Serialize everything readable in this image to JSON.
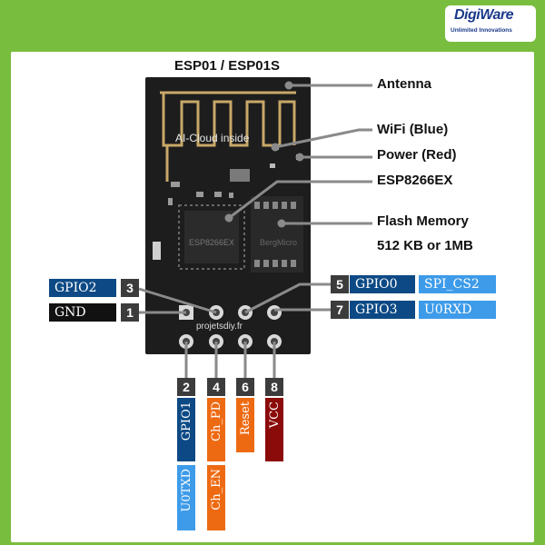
{
  "brand": {
    "name": "DigiWare",
    "tagline": "Unlimited Innovations"
  },
  "title": "ESP01 / ESP01S",
  "board": {
    "silk_antenna": "AI-Cloud inside",
    "silk_chip": "ESP8266EX",
    "silk_flash": "BergMicro",
    "silk_site": "projetsdiy.fr"
  },
  "annotations": {
    "antenna": "Antenna",
    "wifi": "WiFi (Blue)",
    "power": "Power (Red)",
    "chip": "ESP8266EX",
    "flash1": "Flash Memory",
    "flash2": "512 KB or 1MB"
  },
  "pins": {
    "p1": {
      "num": "1",
      "label": "GND"
    },
    "p2": {
      "num": "2",
      "label": "GPIO1",
      "alt": "U0TXD"
    },
    "p3": {
      "num": "3",
      "label": "GPIO2"
    },
    "p4": {
      "num": "4",
      "label": "Ch_PD",
      "alt": "Ch_EN"
    },
    "p5": {
      "num": "5",
      "label": "GPIO0",
      "alt": "SPI_CS2"
    },
    "p6": {
      "num": "6",
      "label": "Reset"
    },
    "p7": {
      "num": "7",
      "label": "GPIO3",
      "alt": "U0RXD"
    },
    "p8": {
      "num": "8",
      "label": "VCC"
    }
  },
  "colors": {
    "background": "#79bd3f",
    "gpio": "#0d4a85",
    "gnd": "#111111",
    "alt": "#3d9be9",
    "enable": "#ee6a12",
    "vcc": "#8b0a0a",
    "board": "#1d1d1d",
    "gold": "#c8a868"
  }
}
